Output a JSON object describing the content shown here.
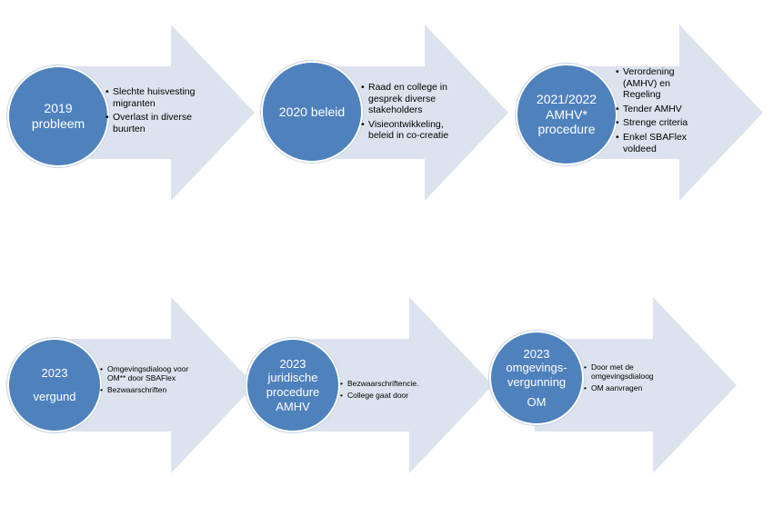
{
  "colors": {
    "arrow": "#dce3ee",
    "circle": "#4f81bd",
    "circle_text": "#ffffff",
    "bullet_text": "#000000"
  },
  "steps": [
    {
      "title_lines": [
        "2019",
        "probleem"
      ],
      "bullets": [
        "Slechte huisvesting migranten",
        "Overlast in diverse buurten"
      ]
    },
    {
      "title_lines": [
        "2020 beleid"
      ],
      "bullets": [
        "Raad en college in gesprek diverse stakeholders",
        "Visieontwikkeling, beleid in co-creatie"
      ]
    },
    {
      "title_lines": [
        "2021/2022",
        "AMHV*",
        "procedure"
      ],
      "bullets": [
        "Verordening (AMHV) en Regeling",
        "Tender AMHV",
        "Strenge criteria",
        "Enkel SBAFlex voldeed"
      ]
    },
    {
      "title_lines": [
        "2023",
        "vergund"
      ],
      "bullets": [
        "Omgevingsdialoog voor OM** door SBAFlex",
        "Bezwaarschriften"
      ]
    },
    {
      "title_lines": [
        "2023",
        "juridische",
        "procedure",
        "AMHV"
      ],
      "bullets": [
        "Bezwaarschriftencie.",
        "College gaat door"
      ]
    },
    {
      "title_lines": [
        "2023",
        "omgevings-",
        "vergunning",
        "OM"
      ],
      "bullets": [
        "Door met de omgevingsdialoog",
        "OM aanvragen"
      ]
    }
  ]
}
